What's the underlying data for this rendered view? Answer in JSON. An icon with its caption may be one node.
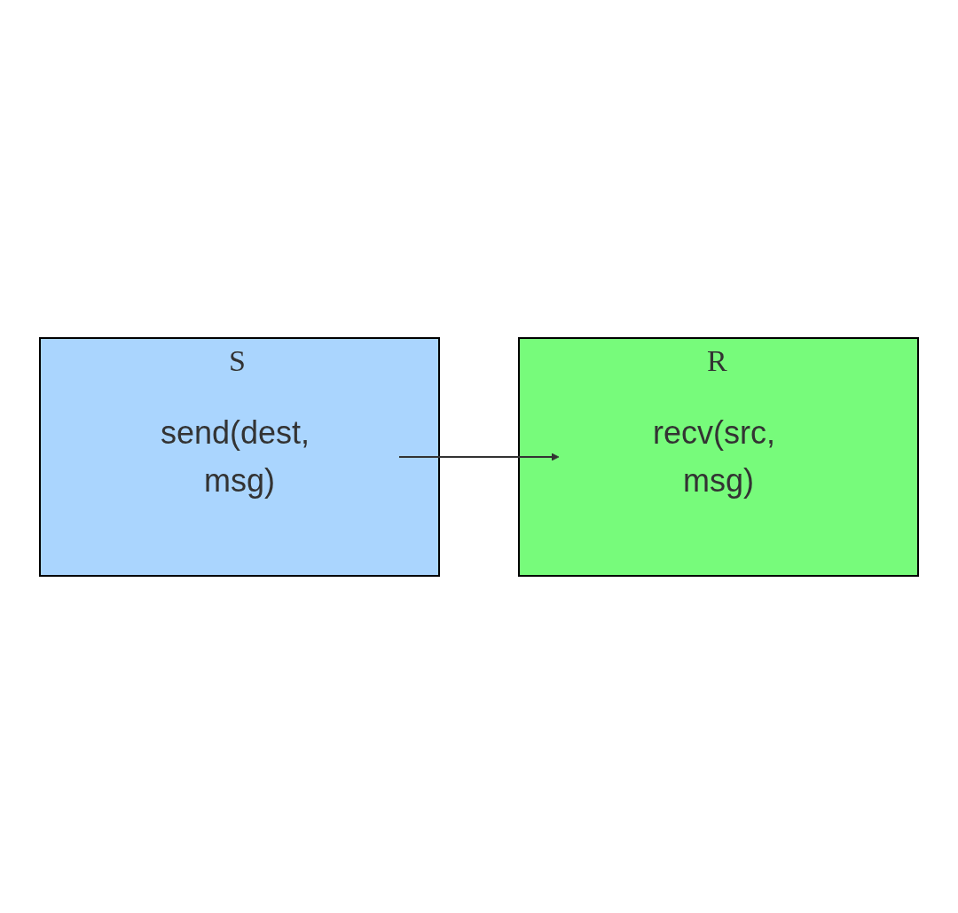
{
  "diagram": {
    "nodes": [
      {
        "text": [
          "S"
        ]
      },
      {
        "text": [
          "send(dest, msg)"
        ],
        "in": 0
      },
      {
        "text": [
          "R"
        ]
      },
      {
        "text": [
          "recv(src, msg)"
        ],
        "in": 2
      }
    ],
    "edges": [
      {
        "from": 1,
        "to": 3,
        "arrow": "to"
      }
    ]
  }
}
